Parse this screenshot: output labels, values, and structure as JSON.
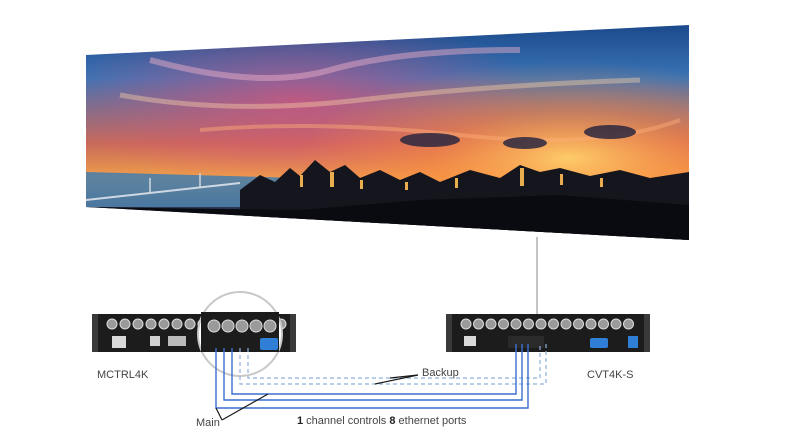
{
  "labels": {
    "left_device": "MCTRL4K",
    "right_device": "CVT4K-S",
    "backup": "Backup",
    "main": "Main"
  },
  "caption": {
    "num1": "1",
    "text1": " channel controls ",
    "num2": "8",
    "text2": " ethernet ports"
  },
  "colors": {
    "main_cable": "#3a6fcf",
    "backup_cable": "#8fb0dc",
    "device_body": "#1c1c1c",
    "port_accent": "#2f7fd6"
  },
  "icons": {
    "screen": "led-display-screen",
    "magnifier": "zoom-circle"
  }
}
